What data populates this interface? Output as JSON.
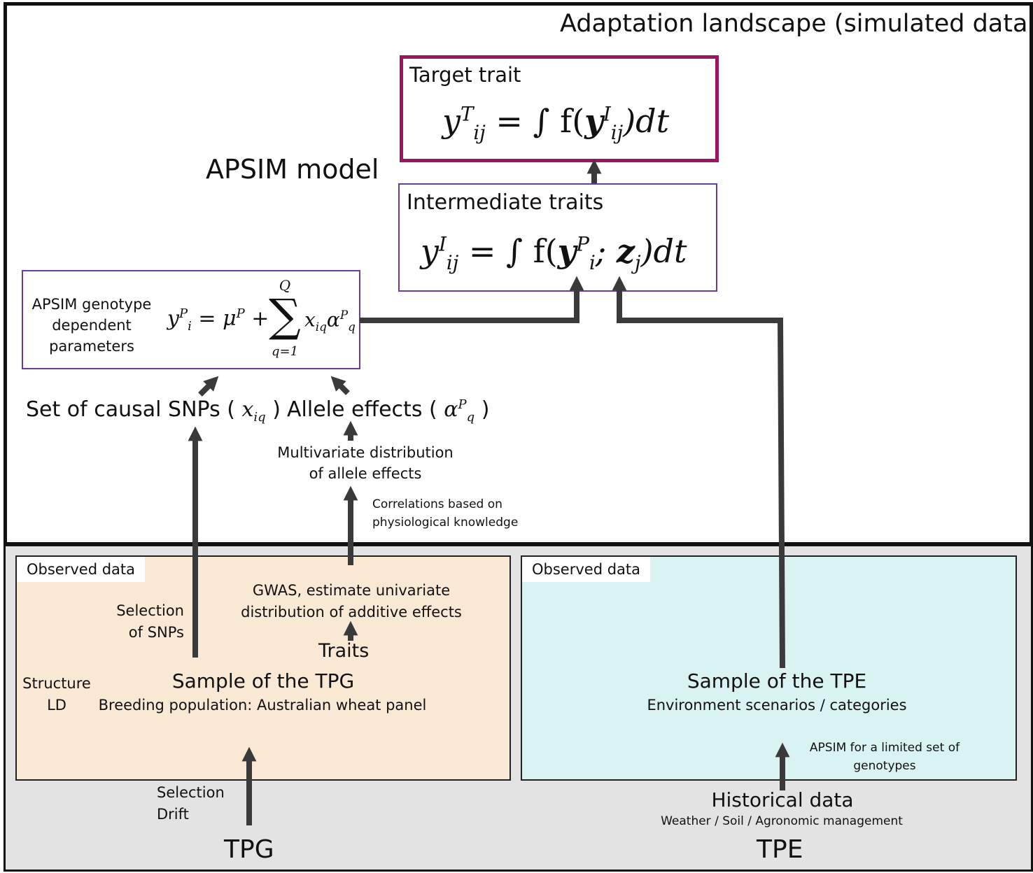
{
  "title": "Adaptation landscape (simulated data)",
  "model_label": "APSIM model",
  "target_box": {
    "label": "Target trait",
    "equation_lhs": "y",
    "equation_sup": "T",
    "equation_sub": "ij",
    "equation_rhs": "= ∫ f(",
    "equation_inner": "y",
    "equation_inner_sup": "I",
    "equation_inner_sub": "ij",
    "equation_tail": ")dt"
  },
  "intermediate_box": {
    "label": "Intermediate traits",
    "equation_lhs": "y",
    "equation_sup": "I",
    "equation_sub": "ij",
    "equation_rhs": "= ∫ f(",
    "equation_inner": "y",
    "equation_inner_sup": "P",
    "equation_inner_sub": "i",
    "equation_sep": "; ",
    "equation_z": "z",
    "equation_z_sub": "j",
    "equation_tail": ")dt"
  },
  "genotype_box": {
    "label_line1": "APSIM genotype",
    "label_line2": "dependent",
    "label_line3": "parameters",
    "equation_lhs": "y",
    "equation_sup": "P",
    "equation_sub": "i",
    "equation_mid": "= μ",
    "equation_mu_sup": "P",
    "equation_plus": "+",
    "sum_symbol": "∑",
    "sum_top": "Q",
    "sum_bottom": "q=1",
    "equation_x": "x",
    "equation_x_sub": "iq",
    "equation_alpha": "α",
    "equation_alpha_sup": "P",
    "equation_alpha_sub": "q"
  },
  "causal_snps": {
    "text": "Set of causal SNPs (",
    "var": "x",
    "var_sub": "iq",
    "close": ")"
  },
  "allele_effects": {
    "text": "Allele effects (",
    "var": "α",
    "var_sup": "P",
    "var_sub": "q",
    "close": ")"
  },
  "multivariate": {
    "line1": "Multivariate distribution",
    "line2": "of allele effects"
  },
  "correlations": {
    "line1": "Correlations based on",
    "line2": "physiological knowledge"
  },
  "obs_left": {
    "label": "Observed data",
    "gwas_line1": "GWAS, estimate univariate",
    "gwas_line2": "distribution of additive effects",
    "selection_line1": "Selection",
    "selection_line2": "of SNPs",
    "traits": "Traits",
    "structure_line1": "Structure",
    "structure_line2": "LD",
    "sample_title": "Sample of the TPG",
    "sample_sub": "Breeding population: Australian wheat panel"
  },
  "obs_right": {
    "label": "Observed data",
    "sample_title": "Sample of the TPE",
    "sample_sub": "Environment scenarios / categories",
    "apsim_line1": "APSIM for a limited set of",
    "apsim_line2": "genotypes"
  },
  "bottom": {
    "selection": "Selection",
    "drift": "Drift",
    "tpg": "TPG",
    "historical": "Historical data",
    "historical_sub": "Weather / Soil  / Agronomic management",
    "tpe": "TPE"
  },
  "colors": {
    "target_border": "#9b1560",
    "box_border": "#6a3d9a",
    "arrow": "#3a3a3a",
    "obs_left_fill": "#f9e8d3",
    "obs_right_fill": "#d8f3f2",
    "bottom_fill": "#e3e3e3"
  }
}
